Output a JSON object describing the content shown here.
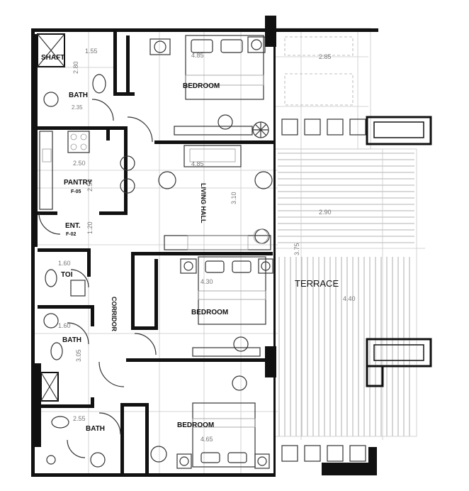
{
  "plan": {
    "rooms": {
      "shaft_top": "SHAFT",
      "bath_top": "BATH",
      "bedroom_top": "BEDROOM",
      "pantry": "PANTRY",
      "pantry_code": "F-05",
      "ent": "ENT.",
      "ent_code": "F-02",
      "living_hall": "LIVING HALL",
      "toi": "TOI",
      "bedroom_mid": "BEDROOM",
      "corridor": "CORRIDOR",
      "bath_mid": "BATH",
      "bedroom_bottom": "BEDROOM",
      "bath_bottom": "BATH",
      "terrace": "TERRACE"
    },
    "dimensions": {
      "d_155": "1.55",
      "d_280": "2.80",
      "d_235": "2.35",
      "d_485_top": "4.85",
      "d_285": "2.85",
      "d_250_pantry": "2.50",
      "d_250_vert": "2.50",
      "d_485_living": "4.85",
      "d_310": "3.10",
      "d_290": "2.90",
      "d_120": "1.20",
      "d_375": "3.75",
      "d_160_toi": "1.60",
      "d_430": "4.30",
      "d_440": "4.40",
      "d_160_bath": "1.60",
      "d_305": "3.05",
      "d_255": "2.55",
      "d_465": "4.65"
    }
  }
}
